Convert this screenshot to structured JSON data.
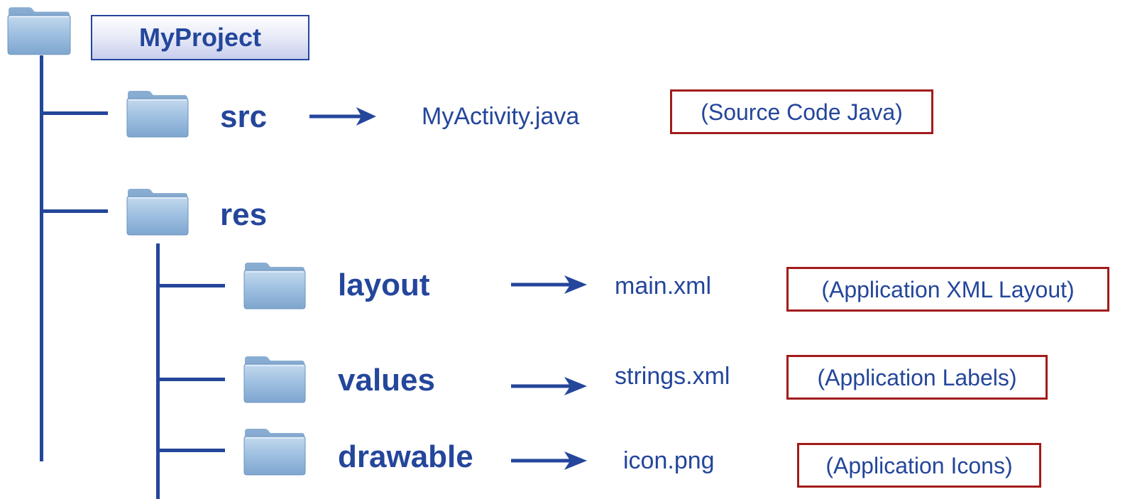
{
  "root": {
    "name": "MyProject",
    "icon": "folder-icon"
  },
  "src": {
    "name": "src",
    "icon": "folder-icon",
    "file": "MyActivity.java",
    "note": "(Source Code Java)"
  },
  "res": {
    "name": "res",
    "icon": "folder-icon",
    "children": [
      {
        "name": "layout",
        "icon": "folder-icon",
        "file": "main.xml",
        "note": "(Application XML Layout)"
      },
      {
        "name": "values",
        "icon": "folder-icon",
        "file": "strings.xml",
        "note": "(Application Labels)"
      },
      {
        "name": "drawable",
        "icon": "folder-icon",
        "file": "icon.png",
        "note": "(Application Icons)"
      }
    ]
  },
  "colors": {
    "text": "#24469b",
    "note_border": "#a21b1b",
    "folder": "#8fb4d8"
  }
}
